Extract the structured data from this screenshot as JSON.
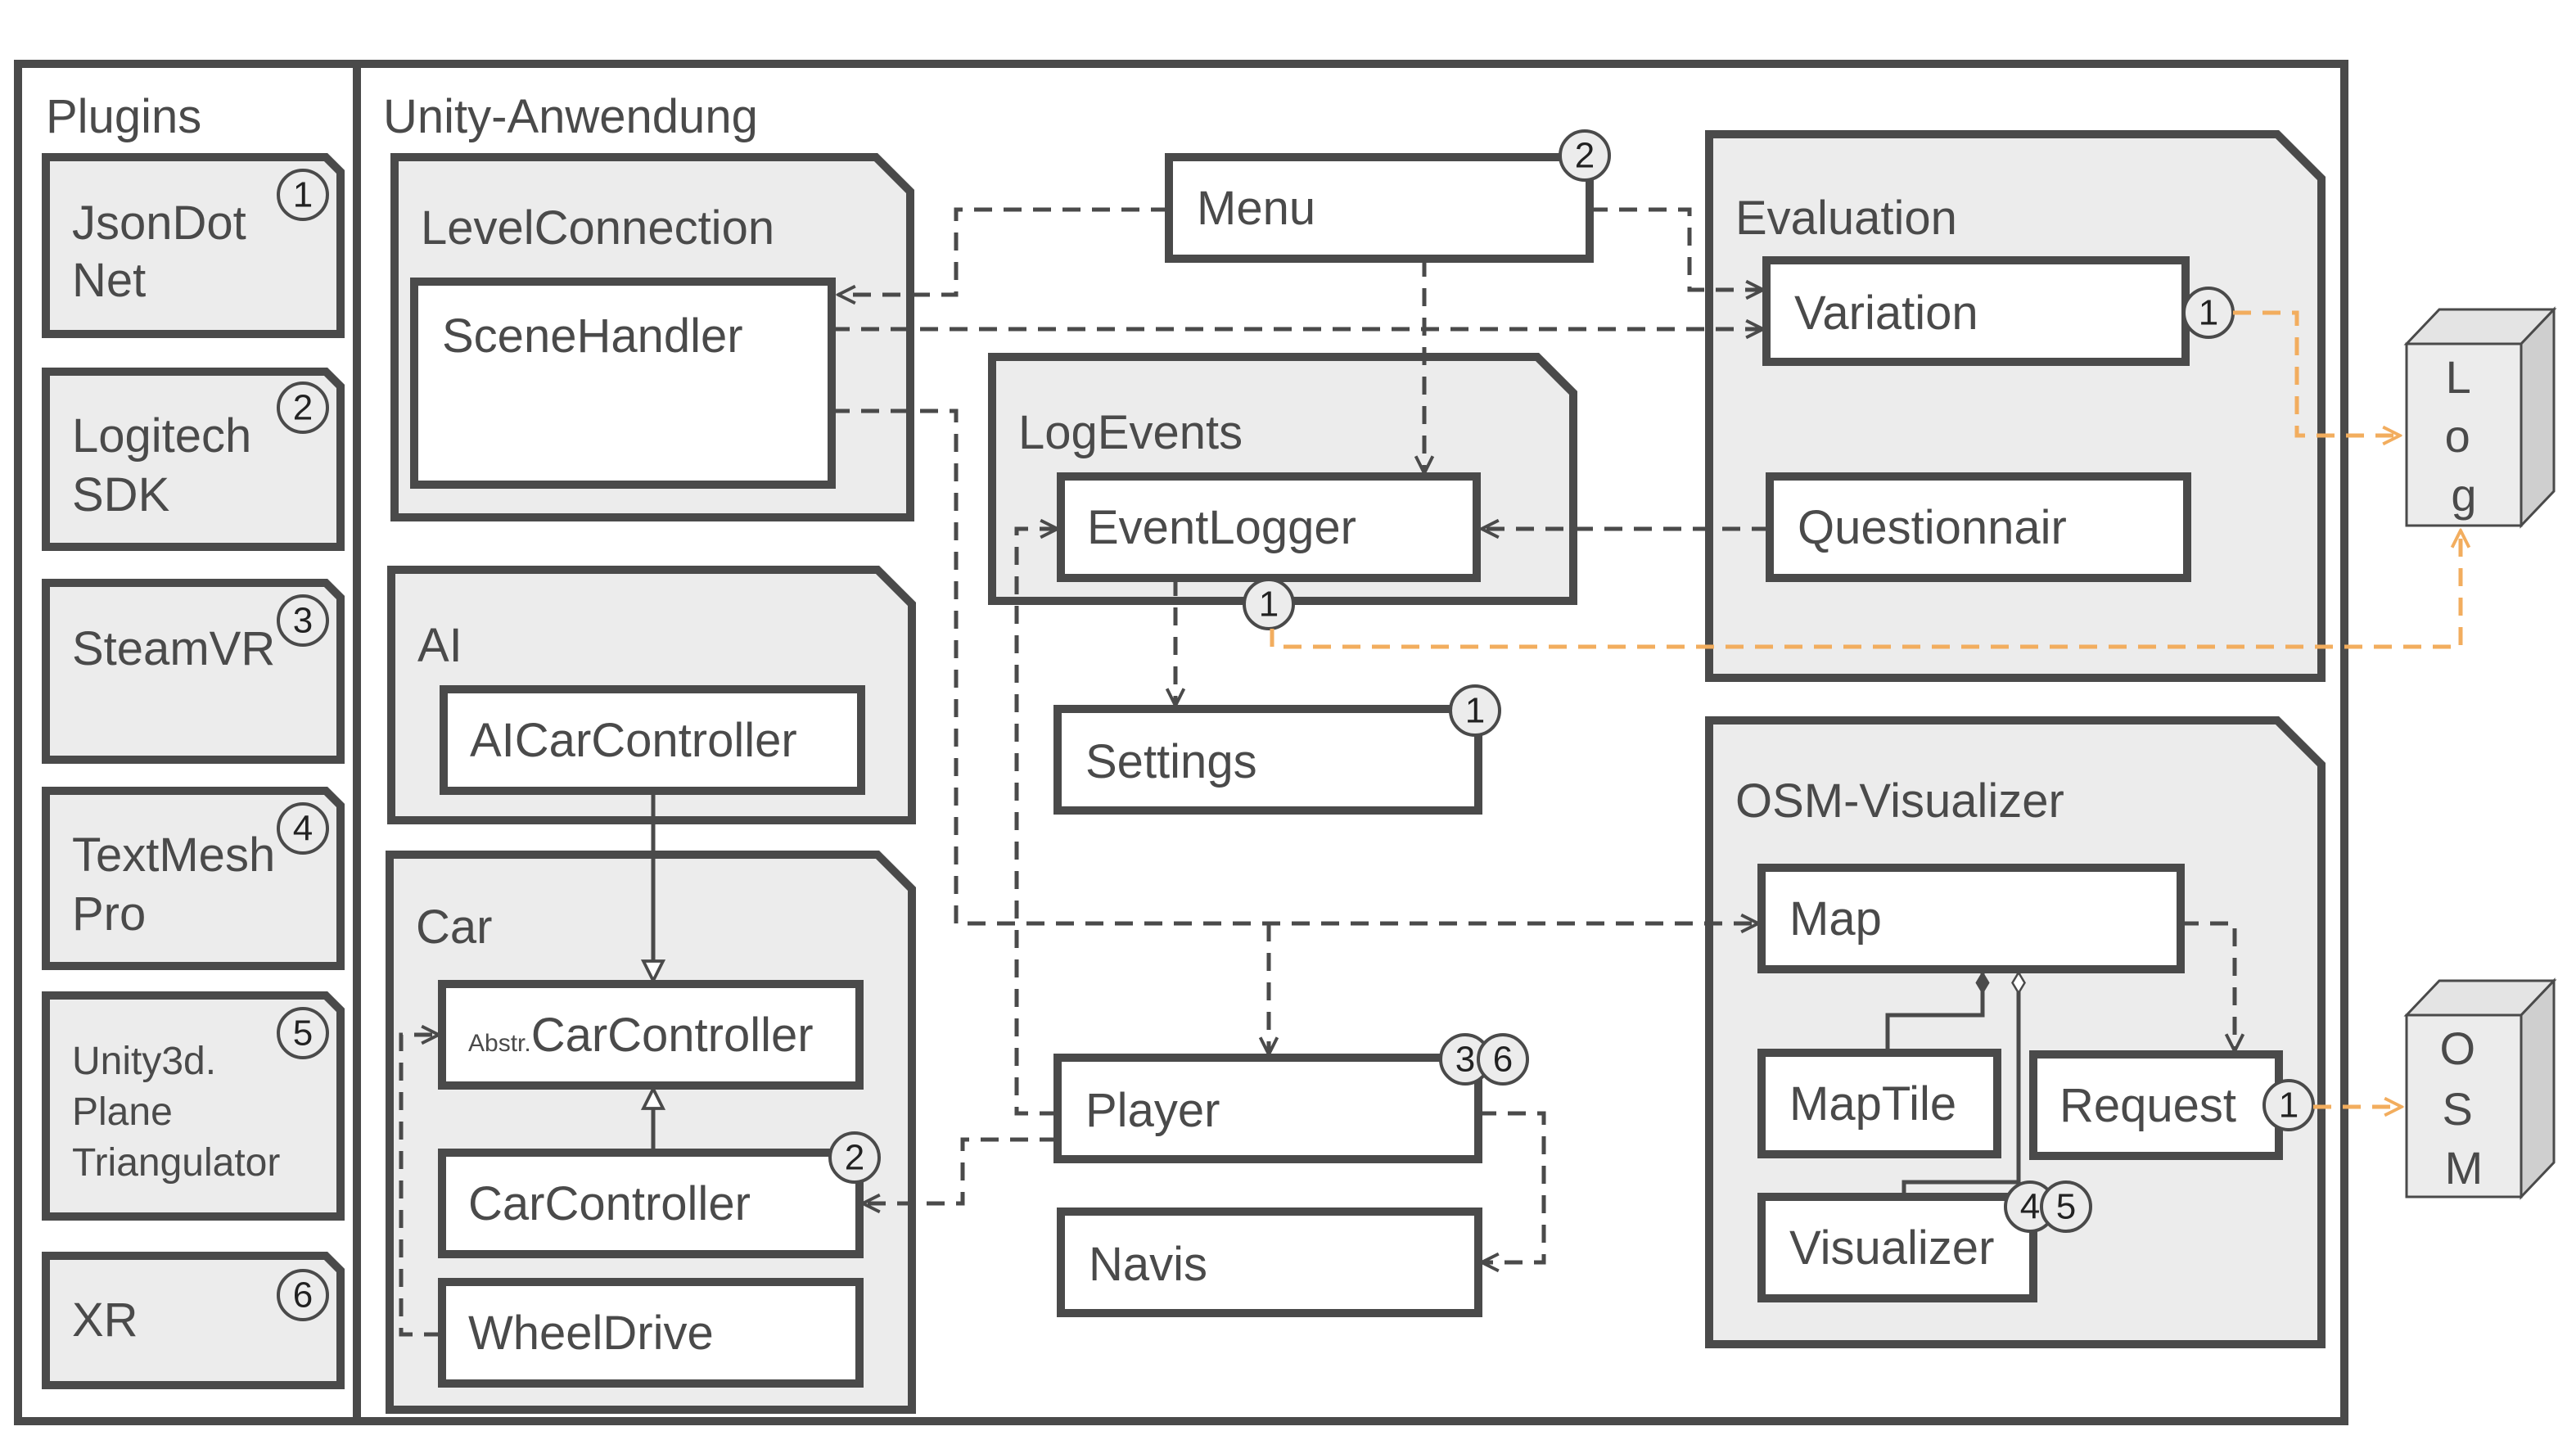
{
  "plugins": {
    "title": "Plugins",
    "items": [
      {
        "lines": [
          "JsonDot",
          "Net"
        ],
        "badge": "1"
      },
      {
        "lines": [
          "Logitech",
          "SDK"
        ],
        "badge": "2"
      },
      {
        "lines": [
          "SteamVR"
        ],
        "badge": "3"
      },
      {
        "lines": [
          "TextMesh",
          "Pro"
        ],
        "badge": "4"
      },
      {
        "lines": [
          "Unity3d.",
          "Plane",
          "Triangulator"
        ],
        "badge": "5"
      },
      {
        "lines": [
          "XR"
        ],
        "badge": "6"
      }
    ]
  },
  "app": {
    "title": "Unity-Anwendung",
    "packages": {
      "level_connection": {
        "title": "LevelConnection",
        "scene_handler": "SceneHandler"
      },
      "ai": {
        "title": "AI",
        "ai_car_controller": "AICarController"
      },
      "car": {
        "title": "Car",
        "abstract_prefix": "Abstr.",
        "abstract_car_controller": "CarController",
        "car_controller": "CarController",
        "car_controller_badge": "2",
        "wheel_drive": "WheelDrive"
      },
      "log_events": {
        "title": "LogEvents",
        "event_logger": "EventLogger",
        "event_logger_badge": "1"
      },
      "evaluation": {
        "title": "Evaluation",
        "variation": "Variation",
        "variation_badge": "1",
        "questionnair": "Questionnair"
      },
      "osm_visualizer": {
        "title": "OSM-Visualizer",
        "map": "Map",
        "map_tile": "MapTile",
        "request": "Request",
        "request_badge": "1",
        "visualizer": "Visualizer",
        "visualizer_badges": [
          "4",
          "5"
        ]
      }
    },
    "menu": {
      "label": "Menu",
      "badge": "2"
    },
    "settings": {
      "label": "Settings",
      "badge": "1"
    },
    "player": {
      "label": "Player",
      "badges": [
        "3",
        "6"
      ]
    },
    "navis": {
      "label": "Navis"
    }
  },
  "external": {
    "log": [
      "L",
      "o",
      "g"
    ],
    "osm": [
      "O",
      "S",
      "M"
    ]
  },
  "colors": {
    "stroke": "#4a4a4a",
    "package_fill": "#ececec",
    "external_arrow": "#f2ad5e"
  }
}
